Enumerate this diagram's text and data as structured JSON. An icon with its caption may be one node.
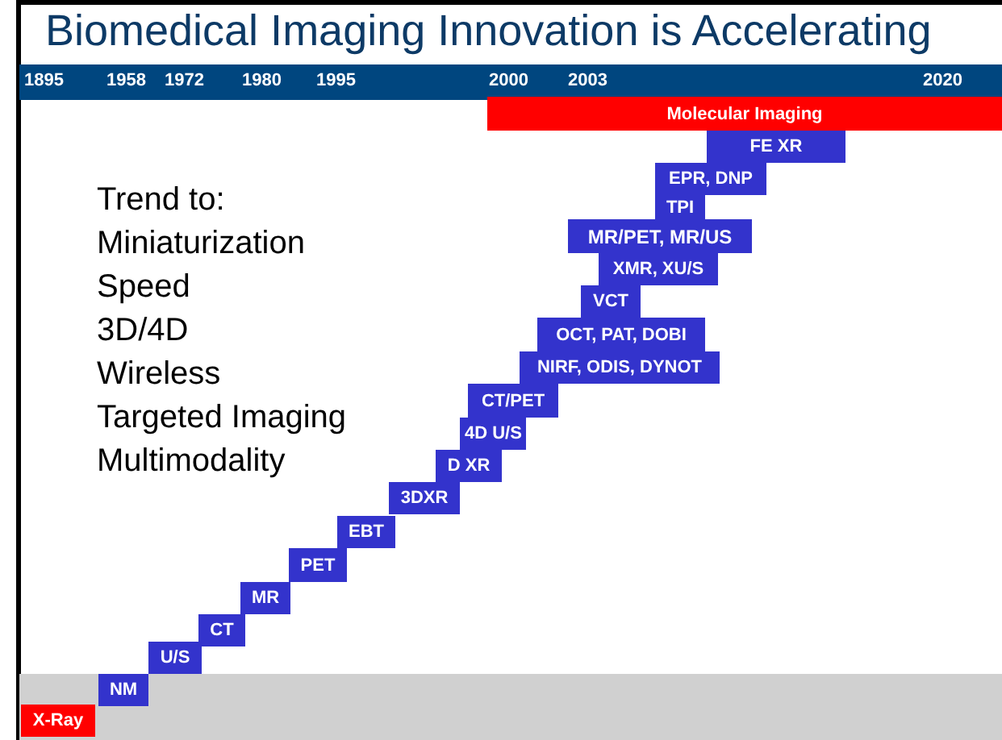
{
  "diagram": {
    "title": "Biomedical Imaging Innovation is Accelerating",
    "nodes": [
      {
        "text": [
          "Molecular Imaging"
        ]
      },
      {
        "text": [
          "FE XR"
        ]
      },
      {
        "text": [
          "EPR, DNP"
        ]
      },
      {
        "text": [
          "TPI"
        ]
      },
      {
        "text": [
          "MR/PET, MR/US"
        ]
      },
      {
        "text": [
          "XMR, XU/S"
        ]
      },
      {
        "text": [
          "VCT"
        ]
      },
      {
        "text": [
          "OCT, PAT, DOBI"
        ]
      },
      {
        "text": [
          "NIRF, ODIS, DYNOT"
        ]
      },
      {
        "text": [
          "CT/PET"
        ]
      },
      {
        "text": [
          "4D U/S"
        ]
      },
      {
        "text": [
          "D XR"
        ]
      },
      {
        "text": [
          "3DXR"
        ]
      },
      {
        "text": [
          "EBT"
        ]
      },
      {
        "text": [
          "PET"
        ]
      },
      {
        "text": [
          "MR"
        ]
      },
      {
        "text": [
          "CT"
        ]
      },
      {
        "text": [
          "U/S"
        ]
      },
      {
        "text": [
          "NM"
        ]
      },
      {
        "text": [
          "X-Ray"
        ]
      }
    ],
    "edges": [],
    "labels": [
      "1895",
      "1958",
      "1972",
      "1980",
      "1995",
      "2000",
      "2003",
      "2020",
      "Trend to:",
      "Miniaturization",
      "Speed",
      "3D/4D",
      "Wireless",
      "Targeted Imaging",
      "Multimodality"
    ]
  }
}
